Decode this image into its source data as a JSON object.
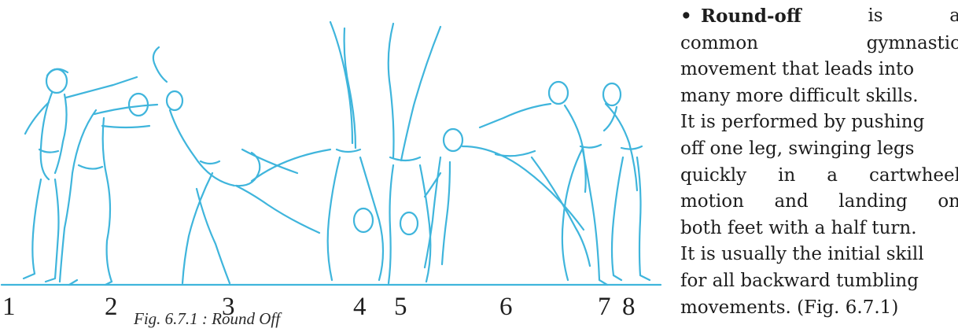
{
  "figure": {
    "line_color": "#3fb5dc",
    "stage_numbers": [
      "1",
      "2",
      "3",
      "4",
      "5",
      "6",
      "7",
      "8"
    ],
    "caption": "Fig. 6.7.1 : Round Off"
  },
  "text": {
    "bullet": "•",
    "term": "Round-off",
    "lines": [
      [
        "is",
        "a"
      ],
      [
        "common",
        "gymnastic"
      ],
      [
        "movement that leads into"
      ],
      [
        "many more difficult skills."
      ],
      [
        "It is performed by pushing"
      ],
      [
        "off one leg, swinging legs"
      ],
      [
        "quickly",
        "in",
        "a",
        "cartwheel"
      ],
      [
        "motion",
        "and",
        "landing",
        "on"
      ],
      [
        "both feet with a half turn."
      ],
      [
        "It is usually the initial skill"
      ],
      [
        "for all backward tumbling"
      ],
      [
        "movements. (Fig. 6.7.1)"
      ]
    ]
  }
}
